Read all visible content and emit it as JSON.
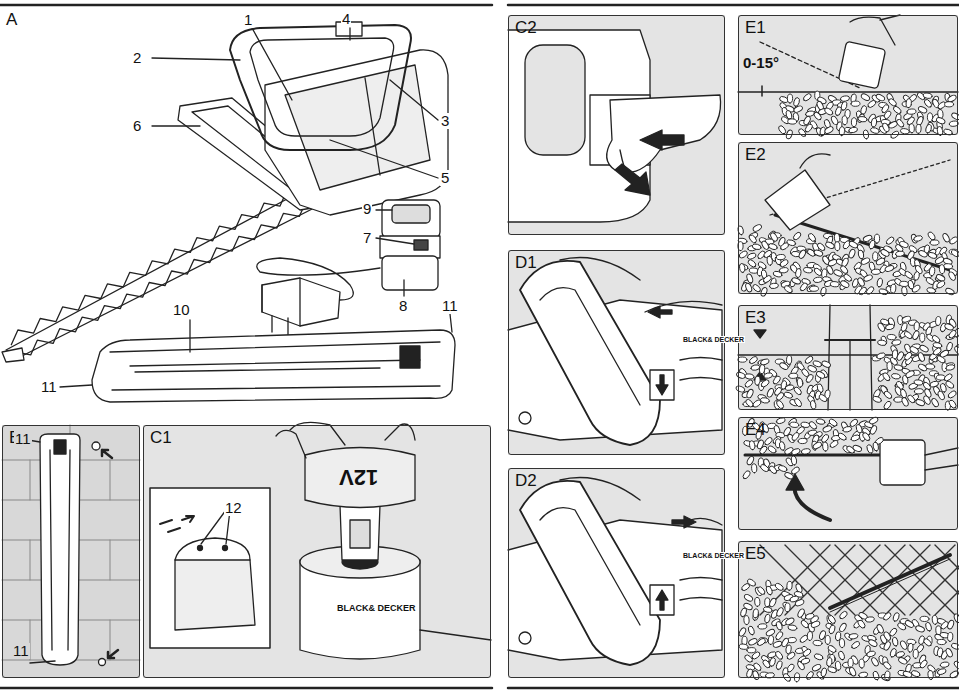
{
  "diagram": {
    "nodes": [
      {
        "text": [
          "A"
        ]
      },
      {
        "text": [
          "B"
        ]
      },
      {
        "text": [
          "C1"
        ]
      },
      {
        "text": [
          "C2"
        ]
      },
      {
        "text": [
          "E1"
        ]
      },
      {
        "text": [
          "D1"
        ]
      },
      {
        "text": [
          "E2"
        ]
      },
      {
        "text": [
          "E3"
        ]
      },
      {
        "text": [
          "D2"
        ]
      },
      {
        "text": [
          "E4"
        ]
      },
      {
        "text": [
          "E5"
        ]
      }
    ],
    "labels": [
      "1",
      "2",
      "3",
      "4",
      "5",
      "6",
      "7",
      "8",
      "9",
      "10",
      "11",
      "11",
      "11",
      "11",
      "12",
      "12V",
      "BLACK& DECKER",
      "0-15°",
      "BLACK& DECKER",
      "BLACK& DECKER"
    ]
  }
}
